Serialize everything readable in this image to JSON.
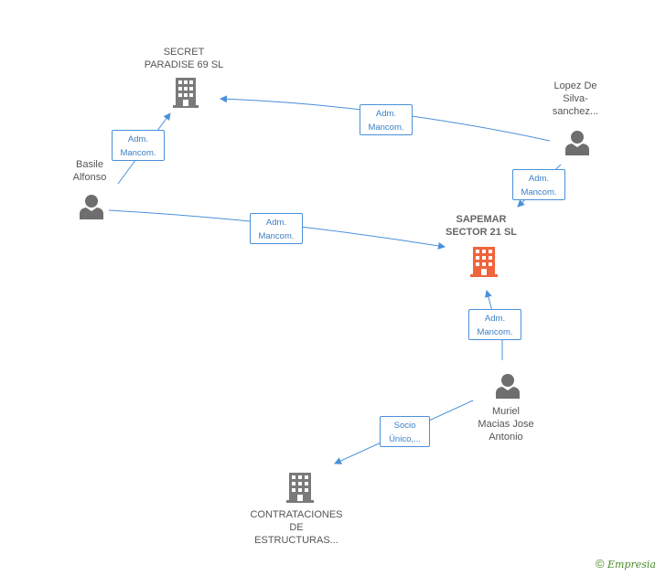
{
  "colors": {
    "edge": "#4a90d9",
    "company": "#7a7a7a",
    "focus_company": "#f0643c",
    "person": "#6e6e6e"
  },
  "nodes": {
    "secret_paradise": {
      "label": "SECRET\nPARADISE 69 SL",
      "icon": "building-icon"
    },
    "sapemar": {
      "label": "SAPEMAR\nSECTOR 21 SL",
      "icon": "building-icon"
    },
    "contrataciones": {
      "label": "CONTRATACIONES\nDE\nESTRUCTURAS...",
      "icon": "building-icon"
    },
    "basile": {
      "label": "Basile\nAlfonso",
      "icon": "person-icon"
    },
    "lopez": {
      "label": "Lopez De\nSilva-\nsanchez...",
      "icon": "person-icon"
    },
    "muriel": {
      "label": "Muriel\nMacias Jose\nAntonio",
      "icon": "person-icon"
    }
  },
  "edges": {
    "basile_secret": "Adm.\nMancom.",
    "lopez_secret": "Adm.\nMancom.",
    "lopez_sapemar": "Adm.\nMancom.",
    "basile_sapemar": "Adm.\nMancom.",
    "muriel_sapemar": "Adm.\nMancom.",
    "muriel_contrataciones": "Socio\nÚnico,..."
  },
  "footer": {
    "copyright": "©",
    "brand": "Empresia"
  }
}
